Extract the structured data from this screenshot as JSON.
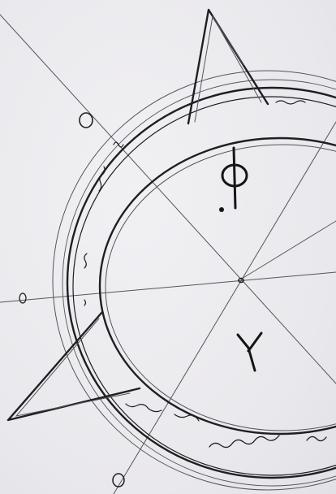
{
  "sketch": {
    "description_free": true,
    "ink_color": "#1f1f22",
    "paper_color": "#ecebee",
    "symbols": [
      {
        "name": "phi-glyph",
        "kind": "symbol"
      },
      {
        "name": "gamma-glyph",
        "kind": "symbol"
      }
    ]
  }
}
